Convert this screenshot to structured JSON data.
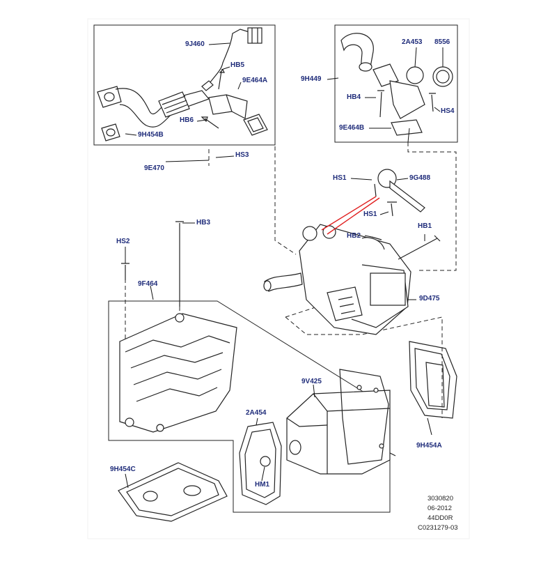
{
  "diagram": {
    "part_labels": {
      "p_9J460": "9J460",
      "p_HB5": "HB5",
      "p_9E464A": "9E464A",
      "p_HB6": "HB6",
      "p_9H454B": "9H454B",
      "p_HS3": "HS3",
      "p_9E470": "9E470",
      "p_9H449": "9H449",
      "p_2A453": "2A453",
      "p_8556": "8556",
      "p_HB4": "HB4",
      "p_HS4": "HS4",
      "p_9E464B": "9E464B",
      "p_HS1a": "HS1",
      "p_9G488": "9G488",
      "p_HS1b": "HS1",
      "p_HB3": "HB3",
      "p_HB2": "HB2",
      "p_HB1": "HB1",
      "p_HS2": "HS2",
      "p_9F464": "9F464",
      "p_9D475": "9D475",
      "p_9V425": "9V425",
      "p_2A454": "2A454",
      "p_HM1": "HM1",
      "p_9H454A": "9H454A",
      "p_9H454C": "9H454C"
    },
    "footer": {
      "line1": "3030820",
      "line2": "06-2012",
      "line3": "44DD0R",
      "line4": "C0231279-03"
    },
    "colors": {
      "label": "#1f2c7a",
      "leader": "#111111",
      "highlight": "#e02020",
      "frame": "#222222"
    }
  }
}
